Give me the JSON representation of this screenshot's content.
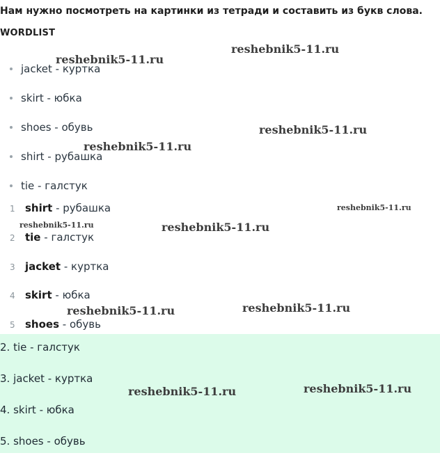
{
  "heading": "Нам нужно посмотреть на картинки из тетради и составить из букв слова.",
  "wordlist_title": "WORDLIST",
  "bullets": [
    "jacket - куртка",
    "skirt - юбка",
    "shoes - обувь",
    "shirt - рубашка",
    "tie - галстук"
  ],
  "numbered": [
    {
      "num": "1",
      "word": "shirt",
      "rest": " - рубашка"
    },
    {
      "num": "2",
      "word": "tie",
      "rest": " - галстук"
    },
    {
      "num": "3",
      "word": "jacket",
      "rest": " - куртка"
    },
    {
      "num": "4",
      "word": "skirt",
      "rest": " - юбка"
    },
    {
      "num": "5",
      "word": "shoes",
      "rest": " - обувь"
    }
  ],
  "answers": [
    "2. tie - галстук",
    "3. jacket - куртка",
    "4. skirt - юбка",
    "5. shoes - обувь"
  ],
  "watermark": "reshebnik5-11.ru",
  "colors": {
    "answer_bg": "#dcfbea",
    "bullet": "#9aa4ab"
  }
}
